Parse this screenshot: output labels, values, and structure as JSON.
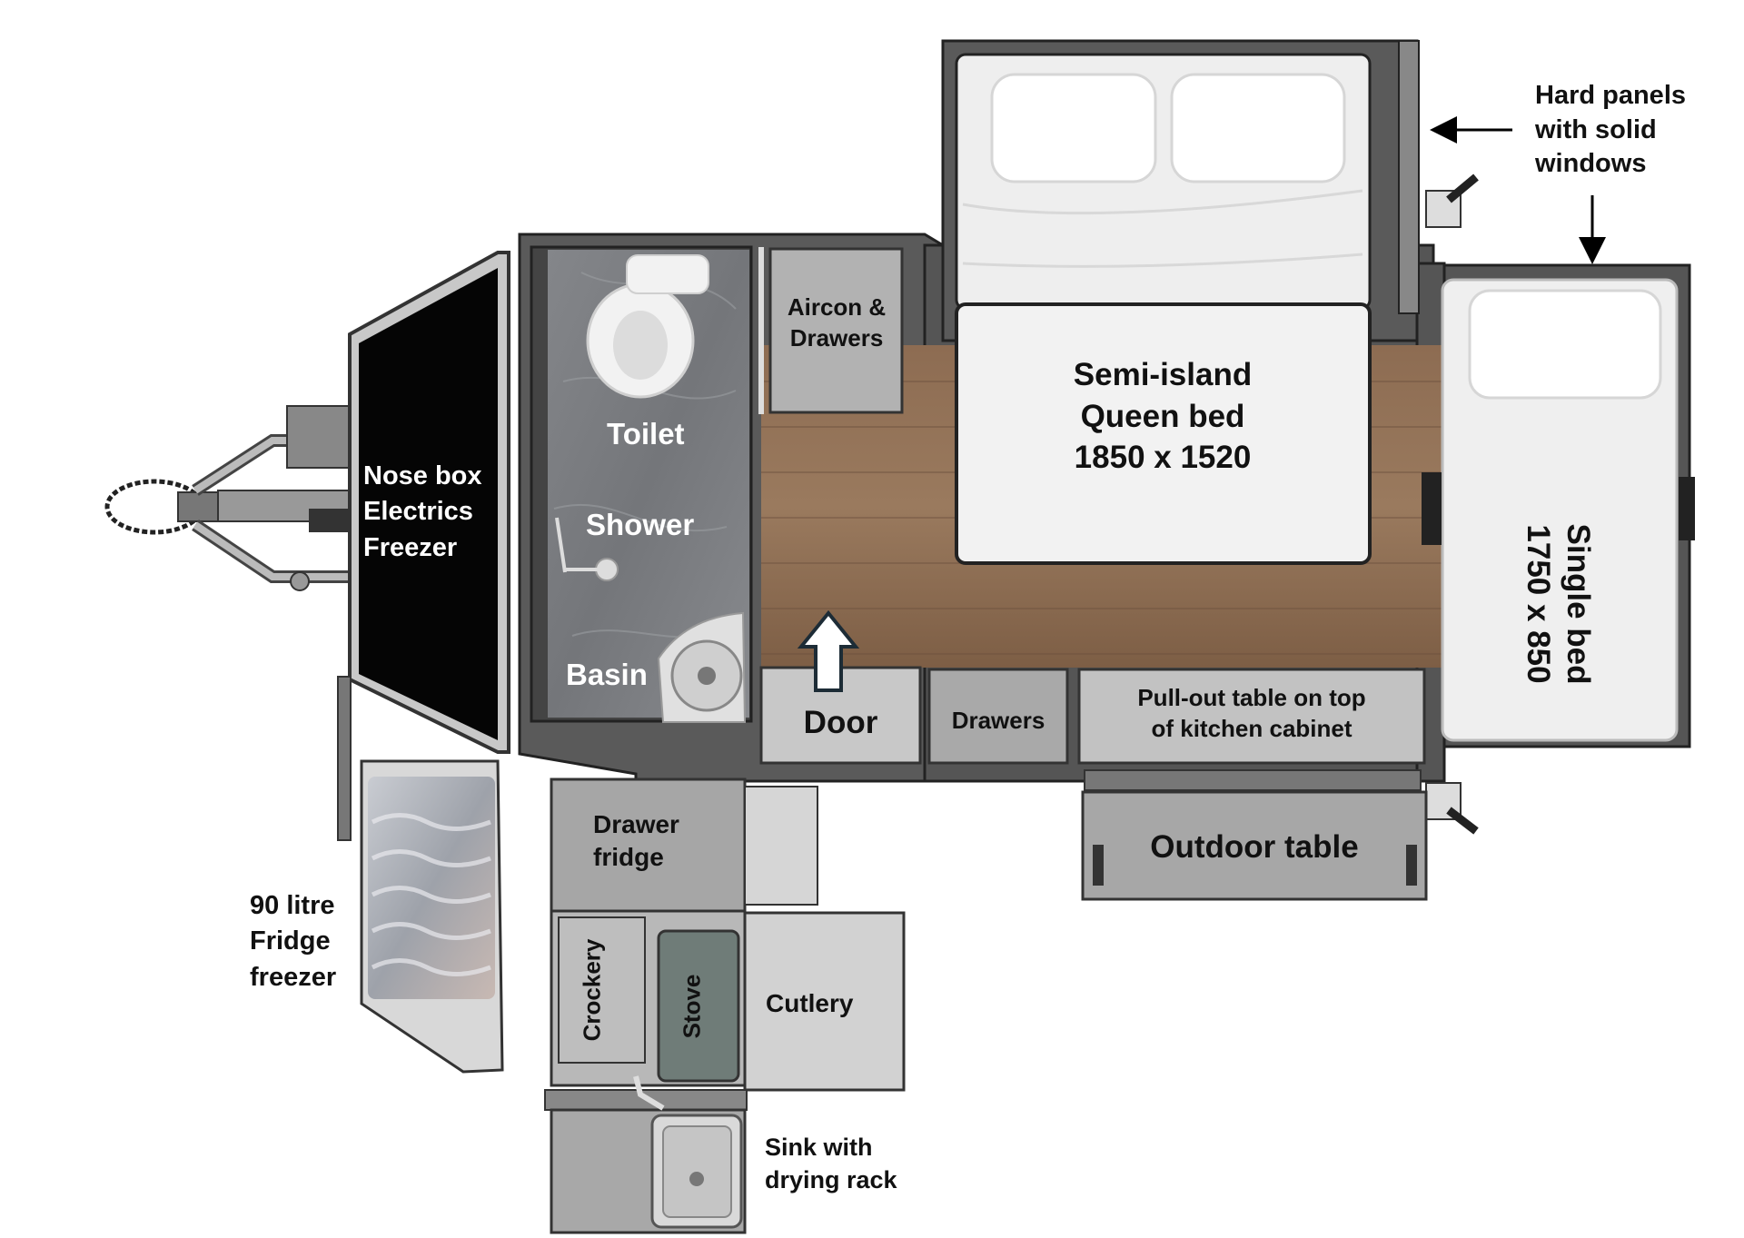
{
  "labels": {
    "hard_panels": "Hard panels\nwith solid\nwindows",
    "aircon_drawers": "Aircon &\nDrawers",
    "queen_bed": "Semi-island\nQueen bed\n1850 x 1520",
    "single_bed": "Single bed\n1750 x 850",
    "nose_box": "Nose box\nElectrics\nFreezer",
    "toilet": "Toilet",
    "shower": "Shower",
    "basin": "Basin",
    "door": "Door",
    "drawers": "Drawers",
    "pullout_table": "Pull-out table on top\nof kitchen cabinet",
    "outdoor_table": "Outdoor table",
    "drawer_fridge": "Drawer\nfridge",
    "fridge_freezer": "90 litre\nFridge\nfreezer",
    "crockery": "Crockery",
    "stove": "Stove",
    "cutlery": "Cutlery",
    "sink": "Sink with\ndrying rack"
  },
  "colors": {
    "frame": "#4a4a4a",
    "floor": "#8a6a50",
    "bath": "#7d7f83",
    "cabinet": "#b4b4b4",
    "nose_box": "#050505",
    "bed": "#ececec",
    "stove": "#6f7c78"
  }
}
